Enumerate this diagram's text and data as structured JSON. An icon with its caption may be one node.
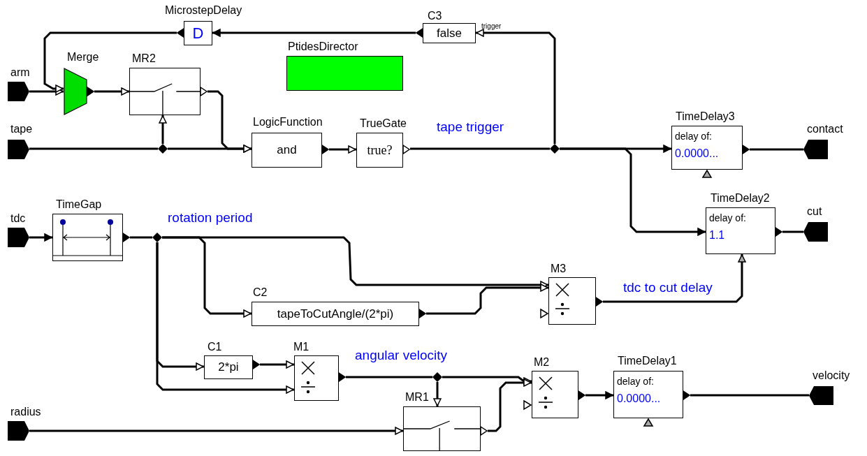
{
  "diagram": {
    "nodes": [
      {
        "text": [
          "arm"
        ]
      },
      {
        "text": [
          "tape"
        ]
      },
      {
        "text": [
          "tdc"
        ]
      },
      {
        "text": [
          "radius"
        ]
      },
      {
        "text": [
          "MicrostepDelay",
          "D"
        ]
      },
      {
        "text": [
          "C3",
          "false"
        ],
        "beside": [
          "trigger"
        ]
      },
      {
        "text": [
          "Merge"
        ]
      },
      {
        "text": [
          "MR2"
        ]
      },
      {
        "text": [
          "PtidesDirector"
        ]
      },
      {
        "text": [
          "LogicFunction",
          "and"
        ]
      },
      {
        "text": [
          "TrueGate",
          "true?"
        ]
      },
      {
        "text": [],
        "shape": "diamond"
      },
      {
        "text": [],
        "shape": "diamond",
        "beside": [
          "tape trigger"
        ]
      },
      {
        "text": [
          "TimeDelay3",
          "delay of:",
          "0.0000..."
        ]
      },
      {
        "text": [
          "contact"
        ]
      },
      {
        "text": [
          "TimeDelay2",
          "delay of:",
          "1.1"
        ]
      },
      {
        "text": [
          "cut"
        ]
      },
      {
        "text": [
          "TimeGap"
        ]
      },
      {
        "text": [],
        "shape": "diamond",
        "beside": [
          "rotation period"
        ]
      },
      {
        "text": [
          "C2",
          "tapeToCutAngle/(2*pi)"
        ]
      },
      {
        "text": [
          "M3"
        ]
      },
      {
        "text": [
          "C1",
          "2*pi"
        ]
      },
      {
        "text": [
          "M1"
        ]
      },
      {
        "text": [],
        "shape": "diamond",
        "beside": [
          "angular velocity"
        ]
      },
      {
        "text": [
          "MR1"
        ]
      },
      {
        "text": [
          "M2"
        ]
      },
      {
        "text": [
          "TimeDelay1",
          "delay of:",
          "0.0000..."
        ]
      },
      {
        "text": [
          "velocity"
        ]
      }
    ],
    "edges": [
      {
        "from": 0,
        "to": 6,
        "arrow": "to"
      },
      {
        "from": 5,
        "to": 4,
        "arrow": "to"
      },
      {
        "from": 4,
        "to": 6,
        "arrow": "to"
      },
      {
        "from": 6,
        "to": 7,
        "arrow": "to"
      },
      {
        "from": 1,
        "to": 11,
        "arrow": "none"
      },
      {
        "from": 11,
        "to": 7,
        "arrow": "to"
      },
      {
        "from": 11,
        "to": 9,
        "arrow": "to"
      },
      {
        "from": 7,
        "to": 9,
        "arrow": "to"
      },
      {
        "from": 9,
        "to": 10,
        "arrow": "to"
      },
      {
        "from": 10,
        "to": 12,
        "arrow": "none"
      },
      {
        "from": 12,
        "to": 5,
        "arrow": "to"
      },
      {
        "from": 12,
        "to": 13,
        "arrow": "to"
      },
      {
        "from": 12,
        "to": 15,
        "arrow": "to"
      },
      {
        "from": 13,
        "to": 14,
        "arrow": "none"
      },
      {
        "from": 15,
        "to": 16,
        "arrow": "none"
      },
      {
        "from": 2,
        "to": 17,
        "arrow": "to"
      },
      {
        "from": 17,
        "to": 18,
        "arrow": "none"
      },
      {
        "from": 18,
        "to": 20,
        "arrow": "to"
      },
      {
        "from": 18,
        "to": 19,
        "arrow": "to"
      },
      {
        "from": 18,
        "to": 21,
        "arrow": "to"
      },
      {
        "from": 18,
        "to": 22,
        "arrow": "to"
      },
      {
        "from": 19,
        "to": 20,
        "arrow": "to"
      },
      {
        "from": 21,
        "to": 22,
        "arrow": "to"
      },
      {
        "from": 22,
        "to": 23,
        "arrow": "none"
      },
      {
        "from": 23,
        "to": 25,
        "arrow": "to"
      },
      {
        "from": 23,
        "to": 24,
        "arrow": "to"
      },
      {
        "from": 3,
        "to": 24,
        "arrow": "to"
      },
      {
        "from": 24,
        "to": 25,
        "arrow": "to"
      },
      {
        "from": 25,
        "to": 26,
        "arrow": "to"
      },
      {
        "from": 26,
        "to": 27,
        "arrow": "none"
      },
      {
        "from": 20,
        "to": 15,
        "arrow": "to",
        "label": "tdc to cut delay"
      }
    ]
  }
}
